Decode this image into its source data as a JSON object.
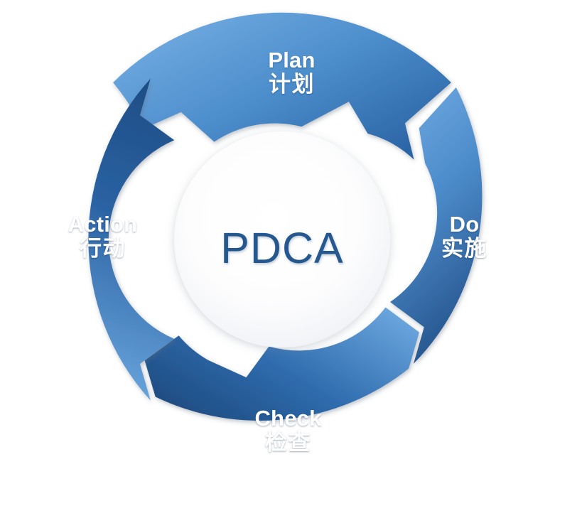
{
  "diagram": {
    "title": "PDCA",
    "center_label": "PDCA",
    "type": "cycle-donut",
    "segment_count": 4,
    "background_color": "#ffffff",
    "center_text_color": "#25588f",
    "gap_color": "#dfe3e8",
    "segments": [
      {
        "key": "plan",
        "en": "Plan",
        "zh": "计划",
        "position": "top",
        "color_light": "#5b9bd5",
        "color_dark": "#2f6bab",
        "text_color": "#ffffff"
      },
      {
        "key": "do",
        "en": "Do",
        "zh": "实施",
        "position": "right",
        "color_light": "#5b9bd5",
        "color_dark": "#22568f",
        "text_color": "#ffffff"
      },
      {
        "key": "check",
        "en": "Check",
        "zh": "检查",
        "position": "bottom",
        "color_light": "#5b9bd5",
        "color_dark": "#214e85",
        "text_color": "#ffffff"
      },
      {
        "key": "action",
        "en": "Action",
        "zh": "行动",
        "position": "left",
        "color_light": "#5b9bd5",
        "color_dark": "#1f4f88",
        "text_color": "#ffffff"
      }
    ]
  }
}
